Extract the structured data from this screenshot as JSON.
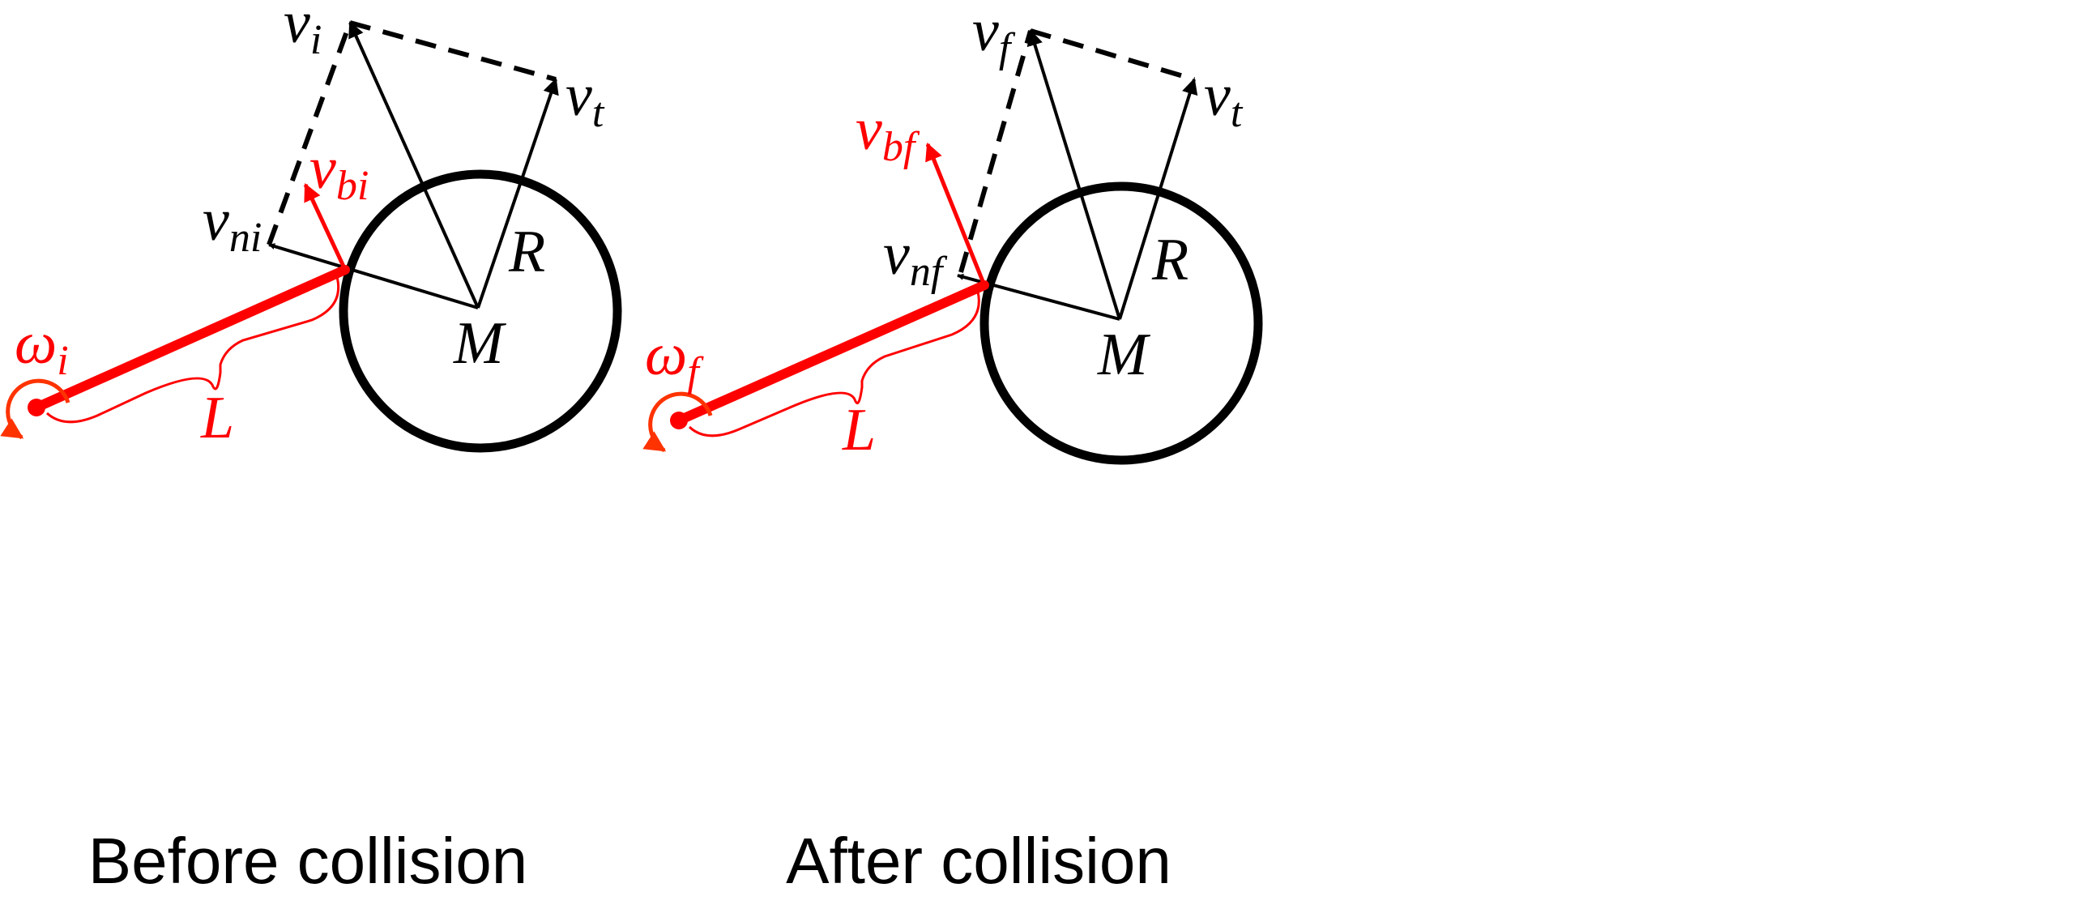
{
  "colors": {
    "red": "#ff0000",
    "orange": "#ff3300",
    "black": "#000000"
  },
  "before": {
    "caption": "Before collision",
    "v": "v",
    "v_sub": "i",
    "vt": "v",
    "vt_sub": "t",
    "vbi": "v",
    "vbi_sub": "bi",
    "vni": "v",
    "vni_sub": "ni",
    "R": "R",
    "M": "M",
    "L": "L",
    "omega": "ω",
    "omega_sub": "i"
  },
  "after": {
    "caption": "After collision",
    "v": "v",
    "v_sub": "f",
    "vt": "v",
    "vt_sub": "t",
    "vbf": "v",
    "vbf_sub": "bf",
    "vnf": "v",
    "vnf_sub": "nf",
    "R": "R",
    "M": "M",
    "L": "L",
    "omega": "ω",
    "omega_sub": "f"
  }
}
